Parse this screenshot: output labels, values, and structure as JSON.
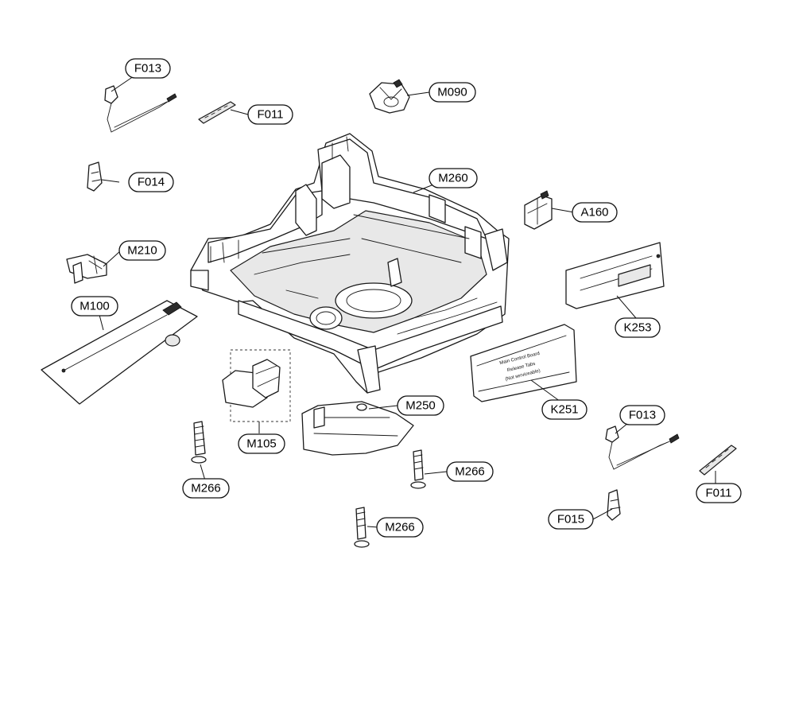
{
  "callouts": {
    "f013_top": "F013",
    "f011_top": "F011",
    "m090": "M090",
    "f014": "F014",
    "m260": "M260",
    "a160": "A160",
    "m210": "M210",
    "m100": "M100",
    "k253": "K253",
    "k251": "K251",
    "m250": "M250",
    "m105": "M105",
    "m266_left": "M266",
    "m266_mid": "M266",
    "m266_bottom": "M266",
    "f013_right": "F013",
    "f011_right": "F011",
    "f015": "F015"
  },
  "board_label": {
    "line1": "Main Control Board",
    "line2": "Release Tabs",
    "line3": "(Not serviceable)"
  }
}
